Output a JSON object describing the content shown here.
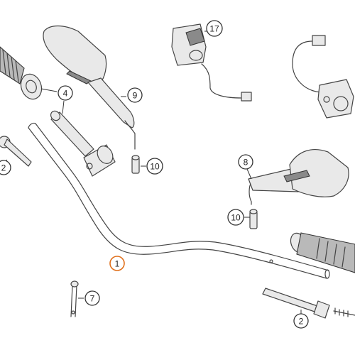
{
  "callouts": [
    {
      "id": "c1",
      "label": "1",
      "highlight": true
    },
    {
      "id": "c2a",
      "label": "2",
      "highlight": false
    },
    {
      "id": "c2b",
      "label": "2",
      "highlight": false
    },
    {
      "id": "c4",
      "label": "4",
      "highlight": false
    },
    {
      "id": "c7",
      "label": "7",
      "highlight": false
    },
    {
      "id": "c8",
      "label": "8",
      "highlight": false
    },
    {
      "id": "c9",
      "label": "9",
      "highlight": false
    },
    {
      "id": "c10a",
      "label": "10",
      "highlight": false
    },
    {
      "id": "c10b",
      "label": "10",
      "highlight": false
    },
    {
      "id": "c17",
      "label": "17",
      "highlight": false
    }
  ],
  "colors": {
    "highlight_ring": "#e0701c",
    "ring": "#333333",
    "line": "#444444"
  }
}
